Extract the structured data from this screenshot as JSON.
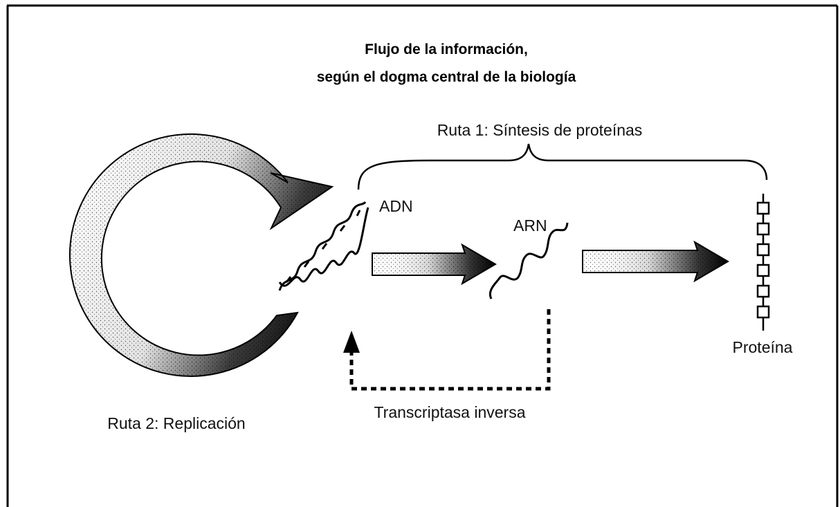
{
  "title": {
    "line1": "Flujo de la información,",
    "line2": "según el dogma central de la biología"
  },
  "labels": {
    "route1": "Ruta 1: Síntesis de proteínas",
    "route2": "Ruta 2: Replicación",
    "dna": "ADN",
    "rna": "ARN",
    "protein": "Proteína",
    "reverse": "Transcriptasa inversa"
  },
  "colors": {
    "ink": "#000000",
    "stipple": "#555555",
    "background": "#ffffff"
  }
}
